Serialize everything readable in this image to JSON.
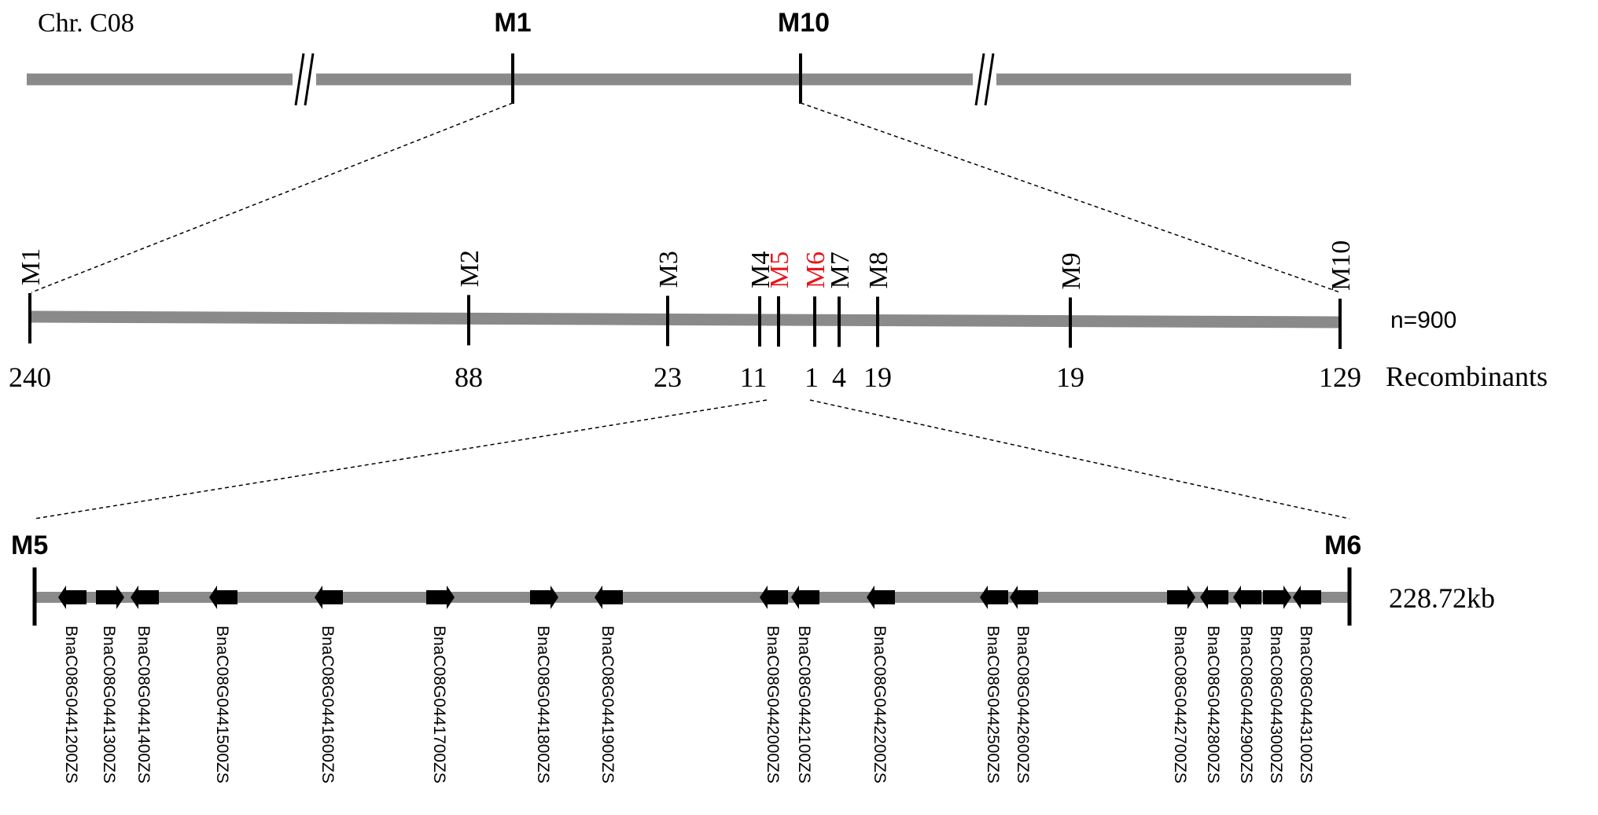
{
  "colors": {
    "chromosome": "#8a8a8a",
    "tick": "#000000",
    "highlight": "#e8141b",
    "guide": "#000000",
    "gene": "#000000"
  },
  "chromosome": {
    "name": "Chr. C08",
    "markers": [
      "M1",
      "M10"
    ]
  },
  "fine_map": {
    "markers": [
      {
        "name": "M1",
        "recombinants": "240",
        "highlight": false
      },
      {
        "name": "M2",
        "recombinants": "88",
        "highlight": false
      },
      {
        "name": "M3",
        "recombinants": "23",
        "highlight": false
      },
      {
        "name": "M4",
        "recombinants": "11",
        "highlight": false
      },
      {
        "name": "M5",
        "recombinants": "",
        "highlight": true
      },
      {
        "name": "M6",
        "recombinants": "1",
        "highlight": true
      },
      {
        "name": "M7",
        "recombinants": "4",
        "highlight": false
      },
      {
        "name": "M8",
        "recombinants": "19",
        "highlight": false
      },
      {
        "name": "M9",
        "recombinants": "19",
        "highlight": false
      },
      {
        "name": "M10",
        "recombinants": "129",
        "highlight": false
      }
    ],
    "population": "n=900",
    "recombinants_label": "Recombinants"
  },
  "candidate_region": {
    "left_marker": "M5",
    "right_marker": "M6",
    "size": "228.72kb",
    "genes": [
      {
        "id": "BnaC08G0441200ZS",
        "direction": "left"
      },
      {
        "id": "BnaC08G0441300ZS",
        "direction": "right"
      },
      {
        "id": "BnaC08G0441400ZS",
        "direction": "left"
      },
      {
        "id": "BnaC08G0441500ZS",
        "direction": "left"
      },
      {
        "id": "BnaC08G0441600ZS",
        "direction": "left"
      },
      {
        "id": "BnaC08G0441700ZS",
        "direction": "right"
      },
      {
        "id": "BnaC08G0441800ZS",
        "direction": "right"
      },
      {
        "id": "BnaC08G0441900ZS",
        "direction": "left"
      },
      {
        "id": "BnaC08G0442000ZS",
        "direction": "left"
      },
      {
        "id": "BnaC08G0442100ZS",
        "direction": "left"
      },
      {
        "id": "BnaC08G0442200ZS",
        "direction": "left"
      },
      {
        "id": "BnaC08G0442500ZS",
        "direction": "left"
      },
      {
        "id": "BnaC08G0442600ZS",
        "direction": "left"
      },
      {
        "id": "BnaC08G0442700ZS",
        "direction": "right"
      },
      {
        "id": "BnaC08G0442800ZS",
        "direction": "left"
      },
      {
        "id": "BnaC08G0442900ZS",
        "direction": "left"
      },
      {
        "id": "BnaC08G0443000ZS",
        "direction": "right"
      },
      {
        "id": "BnaC08G0443100ZS",
        "direction": "left"
      }
    ]
  }
}
